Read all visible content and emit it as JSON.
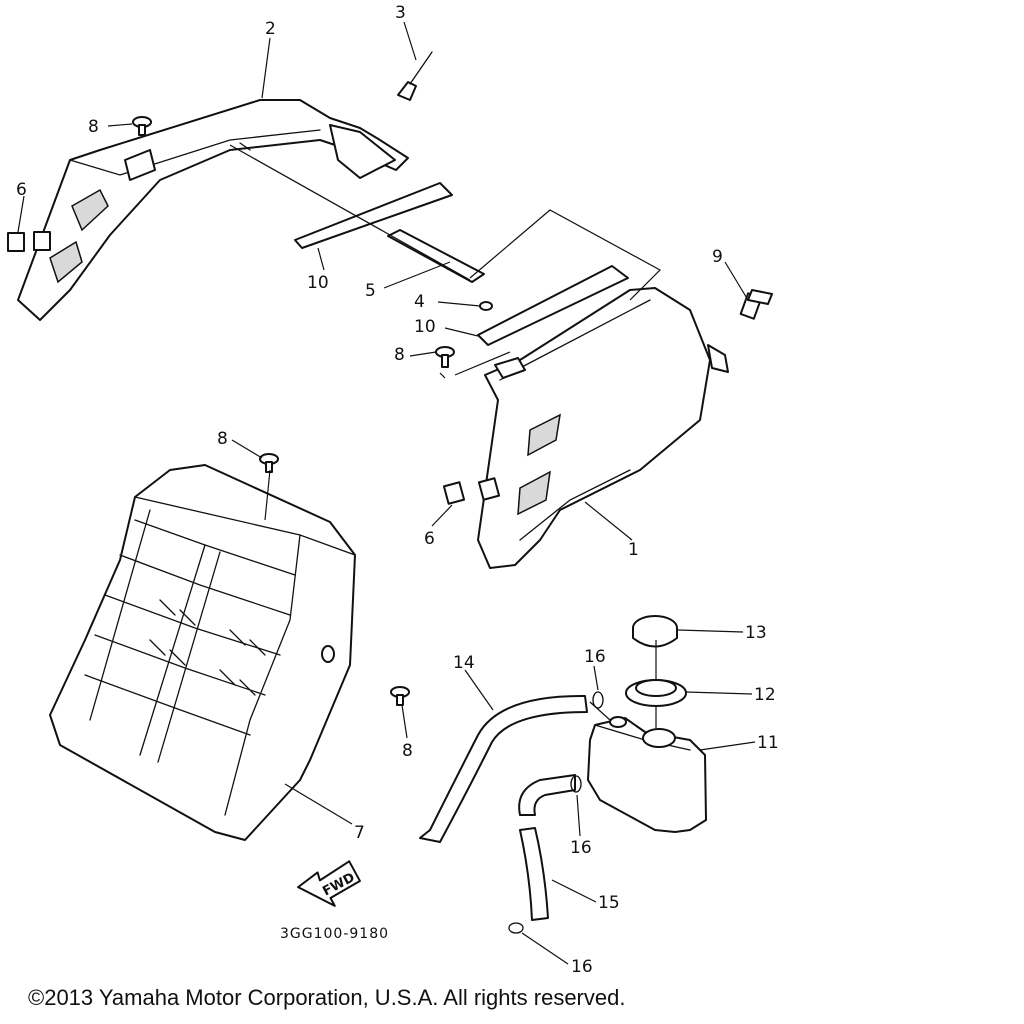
{
  "diagram": {
    "callouts": [
      "1",
      "2",
      "3",
      "4",
      "5",
      "6",
      "7",
      "8",
      "9",
      "10",
      "11",
      "12",
      "13",
      "14",
      "15",
      "16"
    ],
    "drawing_code": "3GG100-9180",
    "fwd_label": "FWD"
  },
  "footer": {
    "copyright": "©2013 Yamaha Motor Corporation, U.S.A. All rights reserved."
  }
}
